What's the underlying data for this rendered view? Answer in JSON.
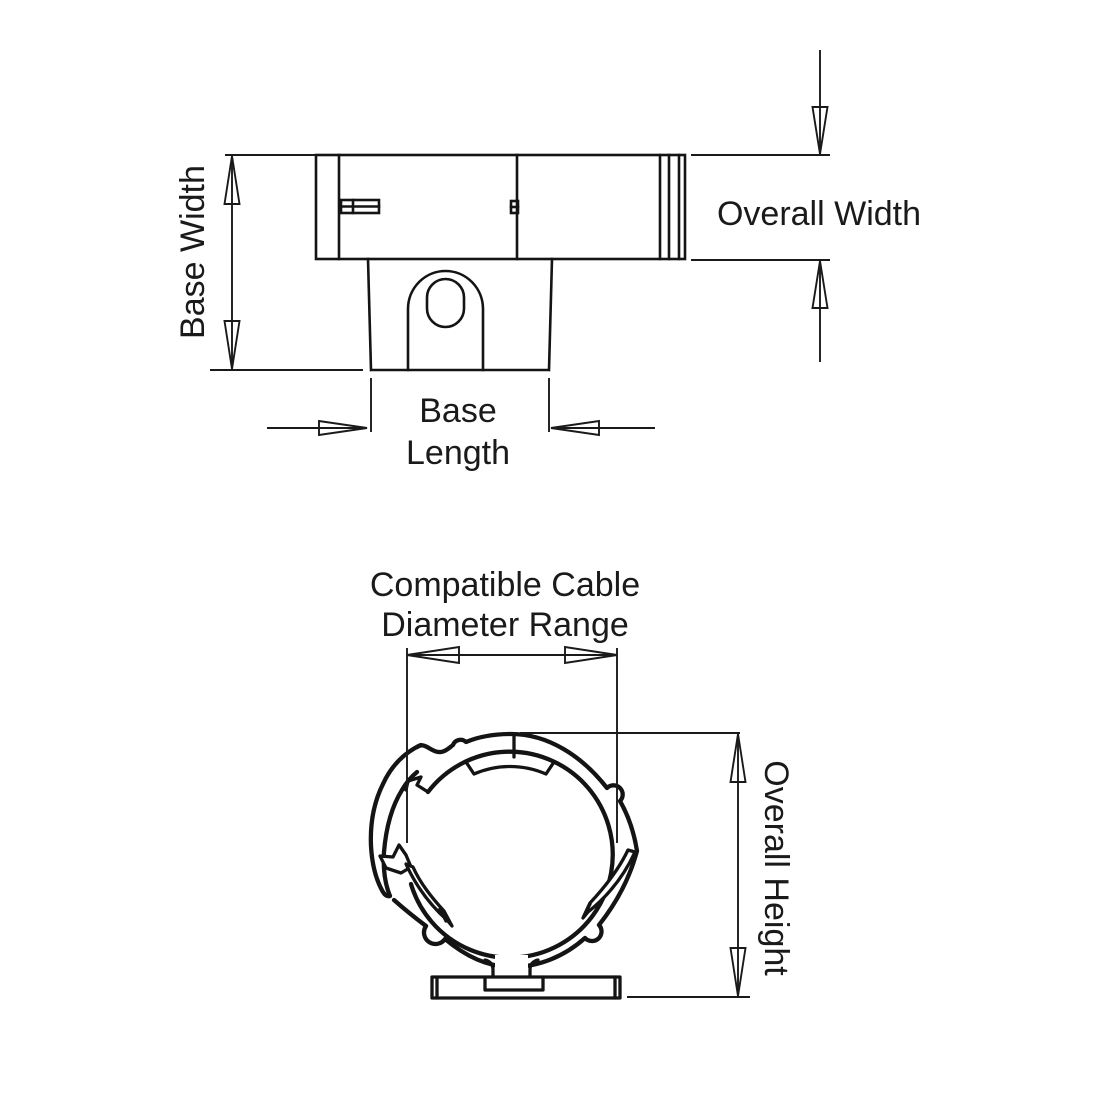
{
  "drawing": {
    "type": "technical-dimension-drawing",
    "subject": "cable clamp",
    "colors": {
      "background": "#ffffff",
      "line": "#141414",
      "text": "#1a1a1a"
    }
  },
  "top_view": {
    "labels": {
      "base_width": "Base Width",
      "overall_width": "Overall Width",
      "base_length_line1": "Base",
      "base_length_line2": "Length"
    }
  },
  "front_view": {
    "labels": {
      "cable_range_line1": "Compatible Cable",
      "cable_range_line2": "Diameter Range",
      "overall_height": "Overall Height"
    }
  }
}
